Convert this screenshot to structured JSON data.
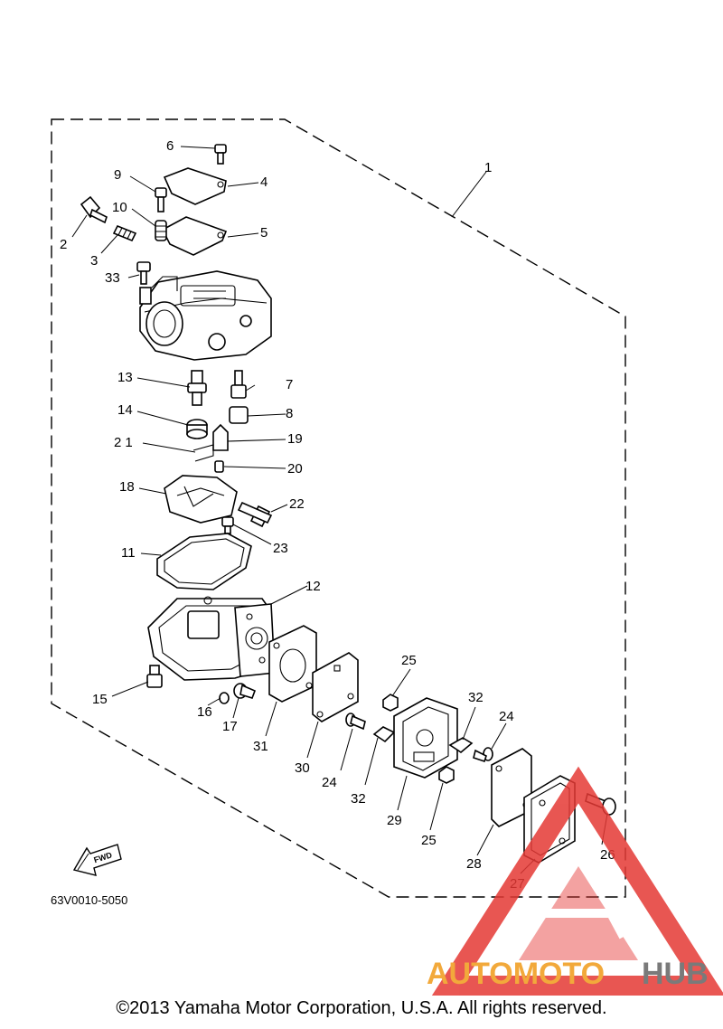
{
  "diagram": {
    "part_code": "63V0010-5050",
    "fwd_label": "FWD",
    "copyright": "©2013 Yamaha Motor Corporation, U.S.A. All rights reserved.",
    "watermark": {
      "text_a": "AUTOMOTO",
      "text_b": "HUB",
      "color_a": "#f2a93b",
      "color_b": "#7a7a7a",
      "logo_color": "#e53935"
    },
    "callouts": [
      "1",
      "2",
      "3",
      "4",
      "5",
      "6",
      "7",
      "8",
      "9",
      "10",
      "11",
      "12",
      "13",
      "14",
      "15",
      "16",
      "17",
      "18",
      "19",
      "20",
      "21",
      "22",
      "23",
      "24",
      "24",
      "25",
      "25",
      "26",
      "27",
      "28",
      "29",
      "30",
      "31",
      "32",
      "32",
      "33"
    ]
  }
}
